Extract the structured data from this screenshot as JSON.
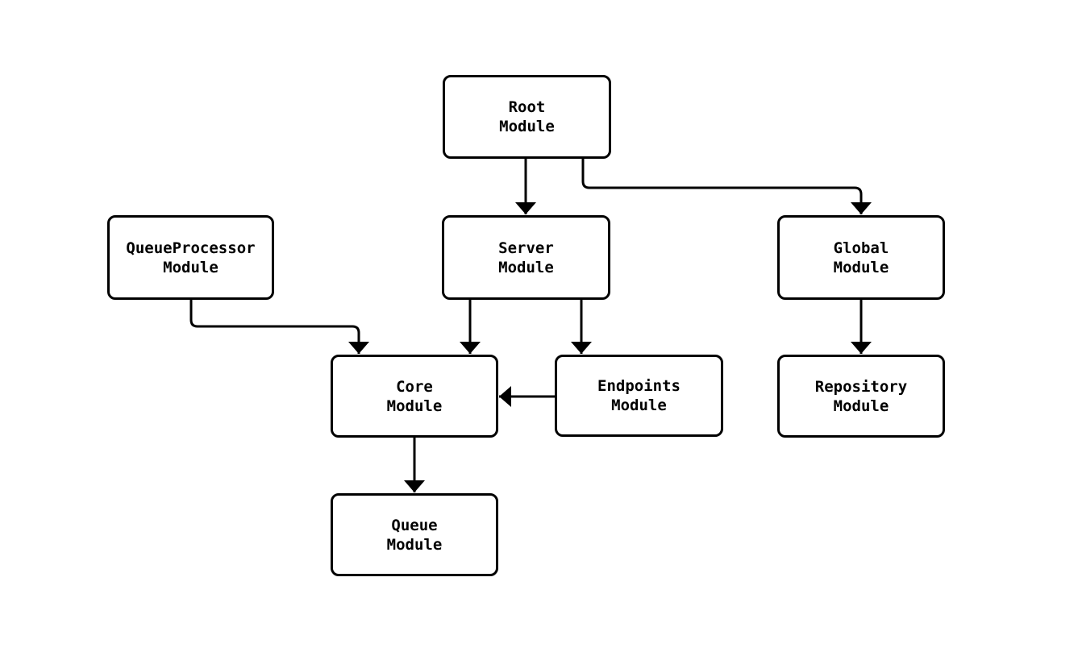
{
  "diagram": {
    "type": "flowchart",
    "direction": "top-down",
    "title": "",
    "nodes": {
      "root": {
        "label": "Root\nModule"
      },
      "queueprocessor": {
        "label": "QueueProcessor\nModule"
      },
      "server": {
        "label": "Server\nModule"
      },
      "global": {
        "label": "Global\nModule"
      },
      "core": {
        "label": "Core\nModule"
      },
      "endpoints": {
        "label": "Endpoints\nModule"
      },
      "repository": {
        "label": "Repository\nModule"
      },
      "queue": {
        "label": "Queue\nModule"
      }
    },
    "edges": [
      {
        "from": "Root Module",
        "to": "Server Module"
      },
      {
        "from": "Root Module",
        "to": "Global Module"
      },
      {
        "from": "QueueProcessor Module",
        "to": "Core Module"
      },
      {
        "from": "Server Module",
        "to": "Core Module"
      },
      {
        "from": "Server Module",
        "to": "Endpoints Module"
      },
      {
        "from": "Endpoints Module",
        "to": "Core Module"
      },
      {
        "from": "Global Module",
        "to": "Repository Module"
      },
      {
        "from": "Core Module",
        "to": "Queue Module"
      }
    ],
    "colors": {
      "background": "#ffffff",
      "node_fill": "#ffffff",
      "node_border": "#000000",
      "edge": "#000000",
      "text": "#000000"
    }
  }
}
